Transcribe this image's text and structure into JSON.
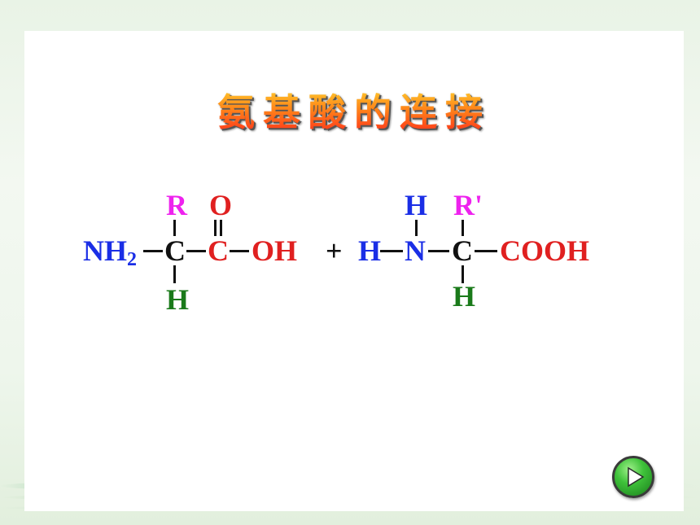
{
  "slide": {
    "title": "氨基酸的连接"
  },
  "molecule1": {
    "nh2_main": "NH",
    "nh2_sub": "2",
    "alpha_c": "C",
    "carbonyl_c": "C",
    "oh": "OH",
    "r_group": "R",
    "oxygen": "O",
    "hydrogen": "H"
  },
  "plus_sign": "+",
  "molecule2": {
    "h_left": "H",
    "nitrogen": "N",
    "alpha_c": "C",
    "cooh": "COOH",
    "h_top": "H",
    "r_group": "R'",
    "h_bottom": "H"
  },
  "colors": {
    "amino": "#1a2ee6",
    "carbon": "#111111",
    "carboxyl": "#e02020",
    "r_group": "#ee22ee",
    "hydrogen_bottom": "#1a7a1a",
    "title_gradient_top": "#ffe033",
    "title_gradient_bottom": "#ff2a1a"
  },
  "navigation": {
    "next_icon": "play-icon"
  }
}
